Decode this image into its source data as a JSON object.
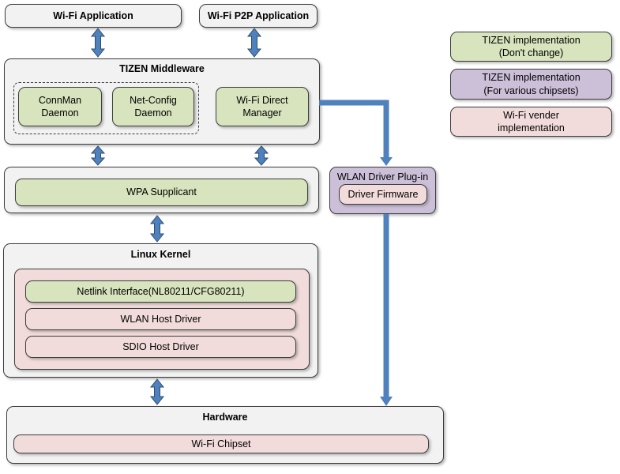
{
  "colors": {
    "grey": "#f2f2f2",
    "green": "#d7e4bd",
    "pink": "#f2dcdb",
    "purple": "#ccc0d9",
    "border": "#3d3d3d",
    "arrow": "#4f81bd",
    "arrow_outline": "#2e4d6e"
  },
  "nodes": {
    "wifi_app": "Wi-Fi Application",
    "wifi_p2p_app": "Wi-Fi P2P Application",
    "middleware_title": "TIZEN Middleware",
    "connman": "ConnMan\nDaemon",
    "net_config": "Net-Config\nDaemon",
    "wifi_direct": "Wi-Fi Direct\nManager",
    "wpa_supplicant": "WPA Supplicant",
    "plugin_title": "WLAN Driver Plug-in",
    "driver_firmware": "Driver Firmware",
    "kernel_title": "Linux Kernel",
    "netlink": "Netlink Interface(NL80211/CFG80211)",
    "wlan_host_driver": "WLAN Host Driver",
    "sdio_host_driver": "SDIO Host Driver",
    "hardware_title": "Hardware",
    "wifi_chipset": "Wi-Fi Chipset"
  },
  "legend": {
    "items": [
      {
        "label": "TIZEN implementation\n(Don't change)",
        "color": "#d7e4bd"
      },
      {
        "label": "TIZEN implementation\n(For various chipsets)",
        "color": "#ccc0d9"
      },
      {
        "label": "Wi-Fi vender\nimplementation",
        "color": "#f2dcdb"
      }
    ]
  }
}
